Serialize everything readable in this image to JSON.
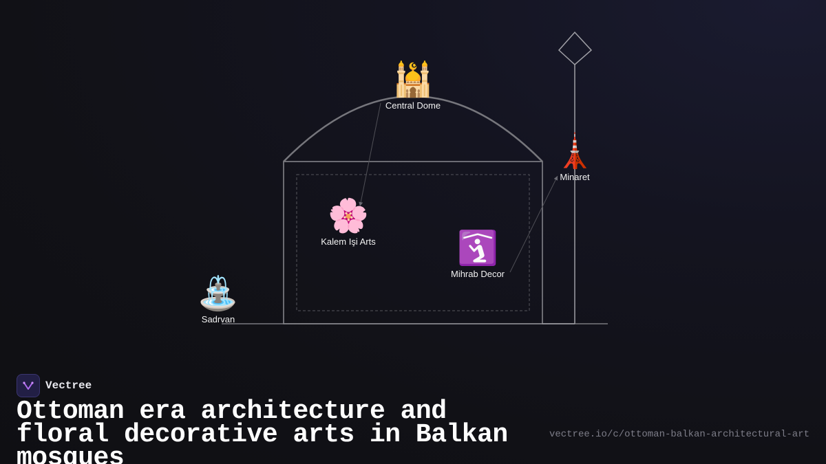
{
  "diagram": {
    "nodes": [
      {
        "id": "central-dome",
        "icon": "mosque-icon",
        "emoji": "🕌",
        "label": "Central Dome"
      },
      {
        "id": "minaret",
        "icon": "tower-icon",
        "emoji": "🗼",
        "label": "Minaret"
      },
      {
        "id": "kalem-isi",
        "icon": "flower-icon",
        "emoji": "🌸",
        "label": "Kalem Işi Arts"
      },
      {
        "id": "mihrab",
        "icon": "prayer-icon",
        "emoji": "🛐",
        "label": "Mihrab Decor"
      },
      {
        "id": "sadrvan",
        "icon": "fountain-icon",
        "emoji": "⛲",
        "label": "Sadrvan"
      }
    ],
    "connections": [
      {
        "from": "central-dome",
        "to": "kalem-isi"
      },
      {
        "from": "mihrab",
        "to": "minaret"
      }
    ]
  },
  "brand": {
    "name": "Vectree"
  },
  "title": "Ottoman era architecture and floral decorative arts in Balkan mosques",
  "url": "vectree.io/c/ottoman-balkan-architectural-art",
  "colors": {
    "background": "#111116",
    "outline": "#8a8a90",
    "accent": "#8b5cf6"
  }
}
